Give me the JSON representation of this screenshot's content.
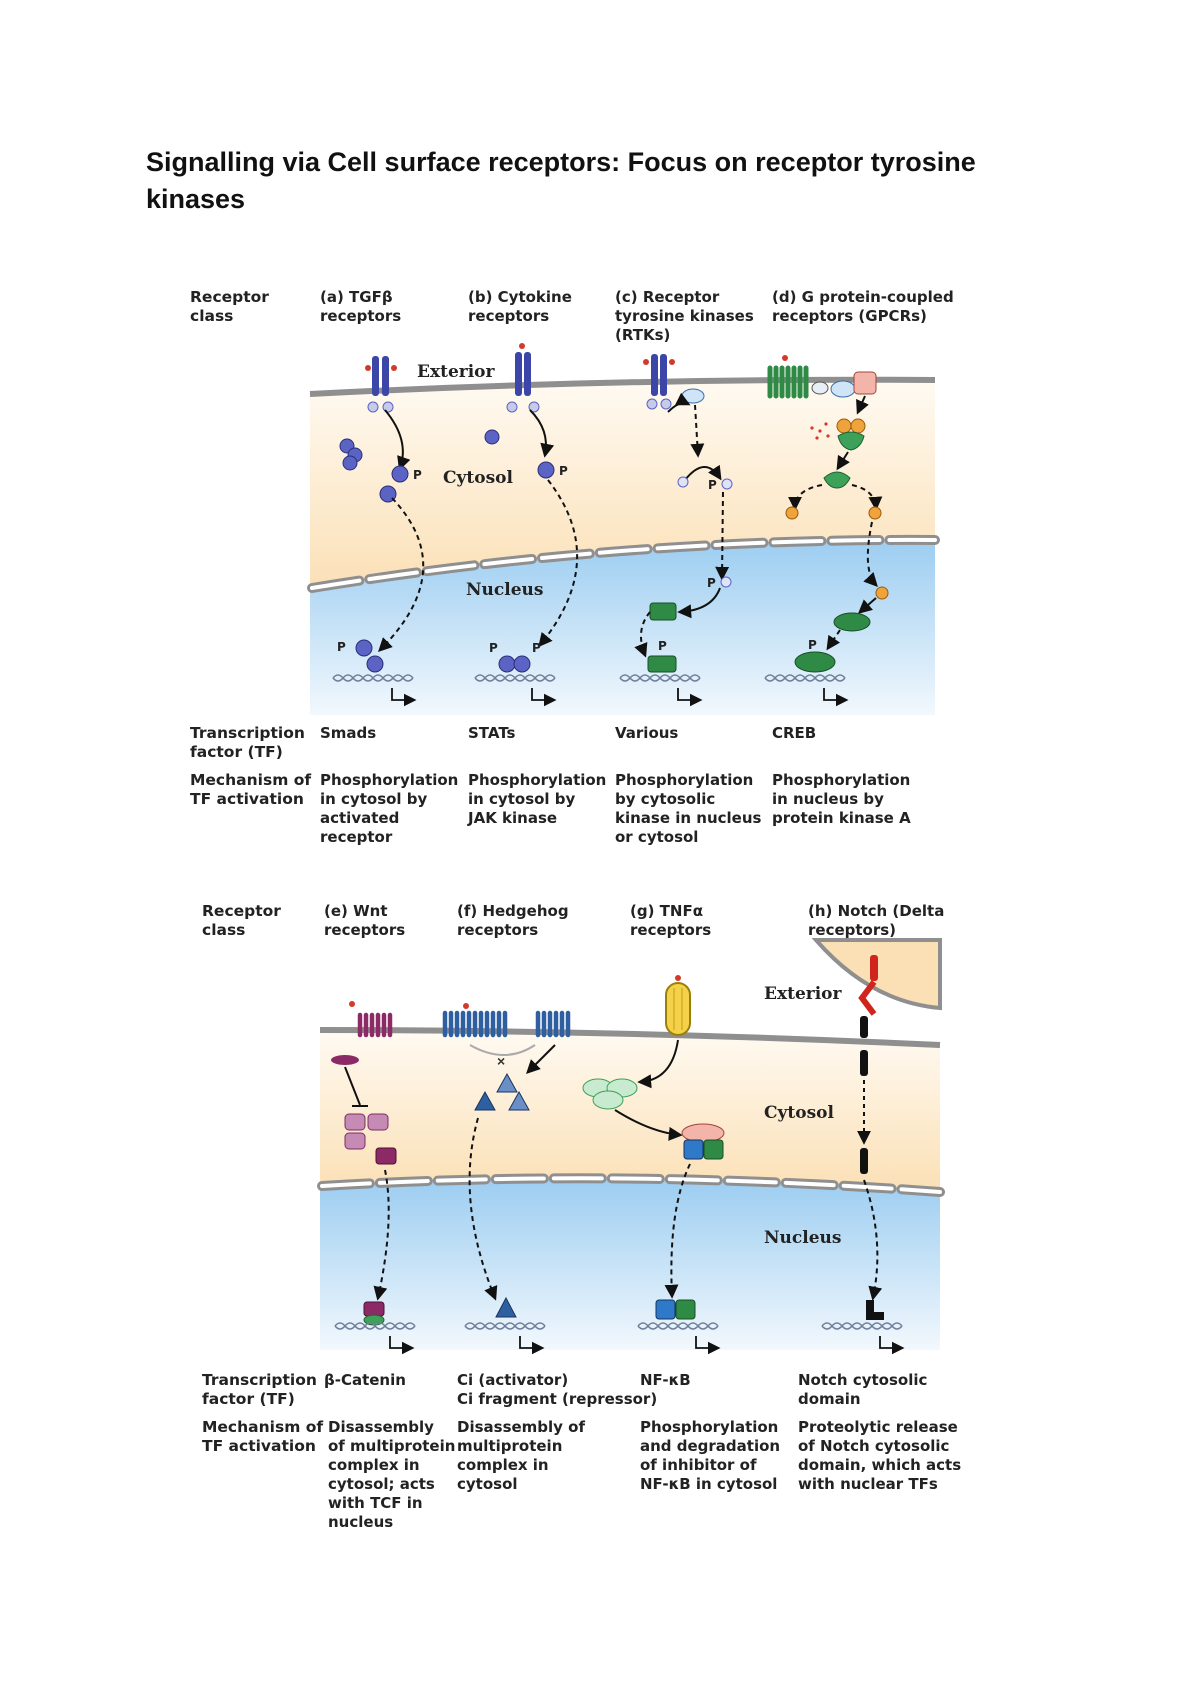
{
  "document": {
    "title": "Signalling via Cell surface receptors: Focus on receptor tyrosine kinases"
  },
  "panel_top": {
    "row_labels": {
      "receptor_class": "Receptor\nclass",
      "tf": "Transcription\nfactor (TF)",
      "mechanism": "Mechanism of\nTF activation"
    },
    "regions": {
      "exterior": "Exterior",
      "cytosol": "Cytosol",
      "nucleus": "Nucleus"
    },
    "columns": [
      {
        "receptor": "(a) TGFβ\nreceptors",
        "tf": "Smads",
        "mechanism": "Phosphorylation\nin cytosol by\nactivated\nreceptor"
      },
      {
        "receptor": "(b) Cytokine\nreceptors",
        "tf": "STATs",
        "mechanism": "Phosphorylation\nin cytosol by\nJAK kinase"
      },
      {
        "receptor": "(c) Receptor\ntyrosine kinases\n(RTKs)",
        "tf": "Various",
        "mechanism": "Phosphorylation\nby cytosolic\nkinase in nucleus\nor cytosol"
      },
      {
        "receptor": "(d) G protein-coupled\nreceptors (GPCRs)",
        "tf": "CREB",
        "mechanism": "Phosphorylation\nin nucleus by\nprotein kinase A"
      }
    ],
    "p_label": "P"
  },
  "panel_bottom": {
    "row_labels": {
      "receptor_class": "Receptor\nclass",
      "tf": "Transcription\nfactor (TF)",
      "mechanism": "Mechanism of\nTF activation"
    },
    "regions": {
      "exterior": "Exterior",
      "cytosol": "Cytosol",
      "nucleus": "Nucleus"
    },
    "columns": [
      {
        "receptor": "(e) Wnt\nreceptors",
        "tf": "β-Catenin",
        "mechanism": "Disassembly\nof multiprotein\ncomplex in\ncytosol; acts\nwith TCF in\nnucleus"
      },
      {
        "receptor": "(f) Hedgehog\nreceptors",
        "tf": "Ci (activator)\nCi fragment (repressor)",
        "mechanism": "Disassembly of\nmultiprotein\ncomplex in\ncytosol"
      },
      {
        "receptor": "(g) TNFα\nreceptors",
        "tf": "NF-κB",
        "mechanism": "Phosphorylation\nand degradation\nof inhibitor of\nNF-κB in cytosol"
      },
      {
        "receptor": "(h) Notch (Delta\nreceptors)",
        "tf": "Notch cytosolic\ndomain",
        "mechanism": "Proteolytic release\nof Notch cytosolic\ndomain, which acts\nwith nuclear TFs"
      }
    ]
  },
  "colors": {
    "cytosol": "#fbe3bd",
    "nucleus": "#a9d3f2",
    "membrane": "#8f8f8f",
    "smad": "#5b63c4",
    "gpcr_green": "#2f8a46",
    "wnt_magenta": "#8c2a66",
    "hedgehog_blue": "#2e5fa0",
    "tnf_yellow": "#f3d24a",
    "notch_red": "#d0241c"
  }
}
